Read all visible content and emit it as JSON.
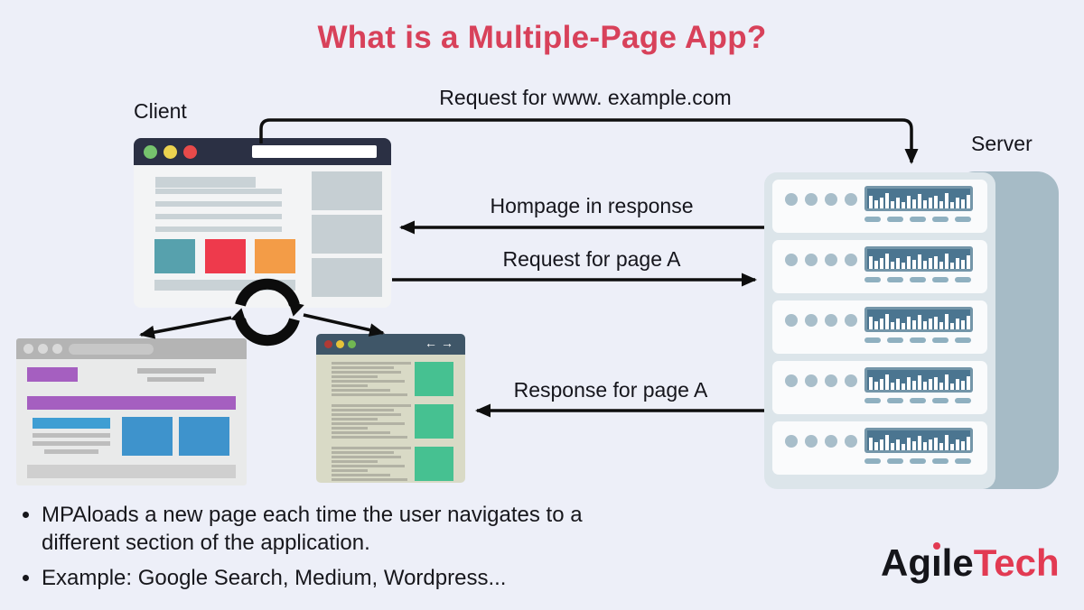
{
  "title": "What is a Multiple-Page App?",
  "labels": {
    "client": "Client",
    "server": "Server"
  },
  "arrows": {
    "request_home": "Request for www. example.com",
    "homepage_response": "Hompage in response",
    "request_page_a": "Request for page A",
    "response_page_a": "Response for page A"
  },
  "browser_nav": {
    "back": "←",
    "forward": "→"
  },
  "bullets": [
    "MPAloads a new page each time the user navigates to a different section of the application.",
    "Example: Google Search, Medium, Wordpress..."
  ],
  "logo": {
    "agile_pre": "Ag",
    "agile_i": "ı",
    "agile_post": "le",
    "tech": "Tech"
  },
  "colors": {
    "background": "#edeff8",
    "title": "#d8415a",
    "logo_red": "#e23a52",
    "client_titlebar": "#2b3044",
    "teal_block": "#57a1ad",
    "red_block": "#ee3a4c",
    "orange_block": "#f39c47",
    "purple_block": "#a55fc0",
    "blue_block": "#3e93cc",
    "green_block": "#46c191",
    "server_panel": "#4b7590",
    "server_side": "#a6bbc6",
    "arrow": "#0e0e0e"
  }
}
